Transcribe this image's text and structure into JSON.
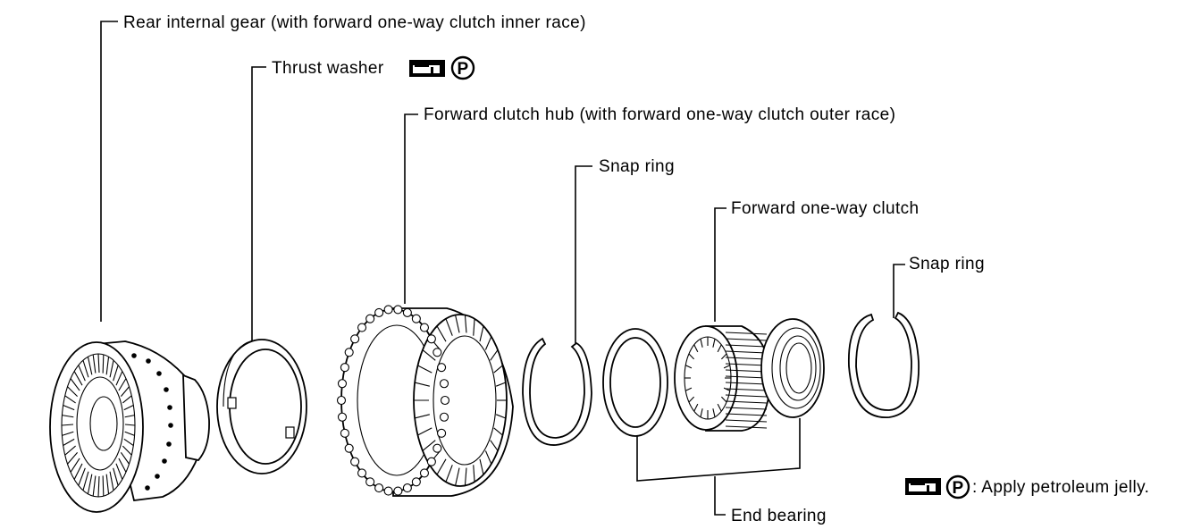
{
  "labels": {
    "rear_internal_gear": "Rear internal gear (with forward one-way clutch inner race)",
    "thrust_washer": "Thrust washer",
    "forward_clutch_hub": "Forward clutch hub (with forward one-way clutch outer race)",
    "snap_ring_1": "Snap ring",
    "forward_one_way_clutch": "Forward one-way clutch",
    "snap_ring_2": "Snap ring",
    "end_bearing": "End bearing"
  },
  "legend": {
    "text": ": Apply petroleum jelly.",
    "symbol": "petroleum-jelly-icon",
    "circle_letter": "P"
  },
  "thrust_washer_symbol_letter": "P",
  "colors": {
    "ink": "#000000",
    "paper": "#ffffff"
  }
}
